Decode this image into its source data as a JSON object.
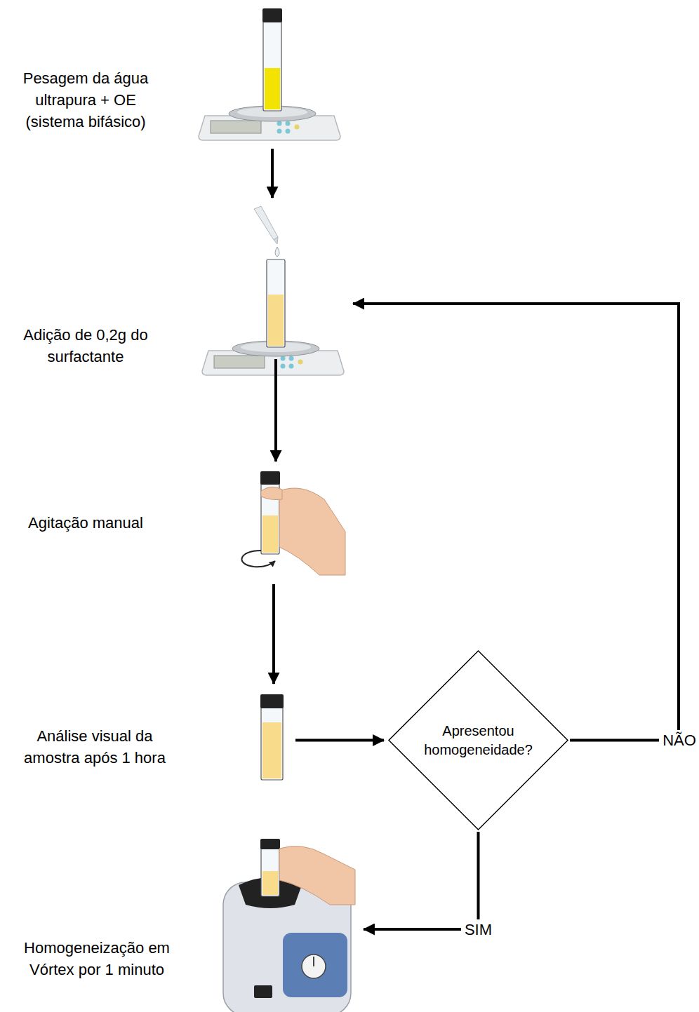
{
  "diagram": {
    "nodes": [
      {
        "text": [
          "Pesagem da água ultrapura + OE (sistema bifásico)"
        ]
      },
      {
        "text": [
          "Adição de 0,2g do surfactante"
        ]
      },
      {
        "text": [
          "Agitação manual"
        ]
      },
      {
        "text": [
          "Análise visual da amostra após 1 hora"
        ]
      },
      {
        "text": [
          "Apresentou homogeneidade?"
        ]
      },
      {
        "text": [
          "Homogeneização em Vórtex por 1 minuto"
        ]
      }
    ],
    "edges": [
      {
        "from": 0,
        "to": 1,
        "arrow": "to"
      },
      {
        "from": 1,
        "to": 2,
        "arrow": "to"
      },
      {
        "from": 2,
        "to": 3,
        "arrow": "to"
      },
      {
        "from": 3,
        "to": 4,
        "arrow": "to"
      },
      {
        "from": 4,
        "to": 1,
        "label": "NÃO",
        "arrow": "to"
      },
      {
        "from": 4,
        "to": 5,
        "label": "SIM",
        "arrow": "to"
      }
    ]
  }
}
